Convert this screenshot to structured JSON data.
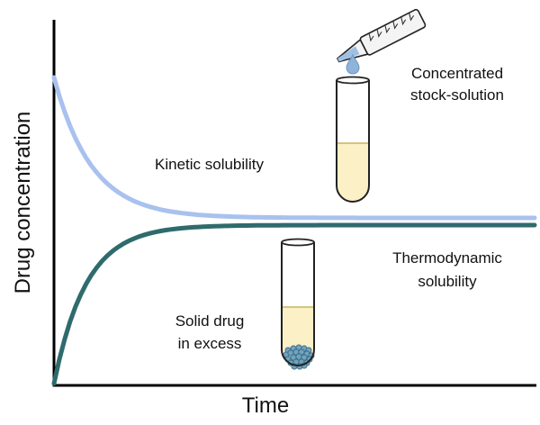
{
  "axes": {
    "x_label": "Time",
    "y_label": "Drug concentration"
  },
  "curves": {
    "kinetic": {
      "label": "Kinetic solubility",
      "color": "#a9c1ee",
      "description": "decays from high initial value toward plateau"
    },
    "thermodynamic": {
      "label_line1": "Thermodynamic",
      "label_line2": "solubility",
      "color": "#2f6b6c",
      "description": "rises from zero toward plateau"
    }
  },
  "annotations": {
    "stock_line1": "Concentrated",
    "stock_line2": "stock-solution",
    "solid_line1": "Solid drug",
    "solid_line2": "in excess"
  },
  "icons": {
    "pipette": "pipette-icon",
    "droplet": "droplet-icon",
    "tube_top": "test-tube-icon",
    "tube_bottom": "test-tube-with-particles-icon"
  },
  "colors": {
    "axis": "#000000",
    "liquid": "#fbf0c6",
    "liquid_line": "#c9b25a",
    "tube_outline": "#222222",
    "particles": "#6fa3bf",
    "droplet": "#8fb3d9"
  }
}
